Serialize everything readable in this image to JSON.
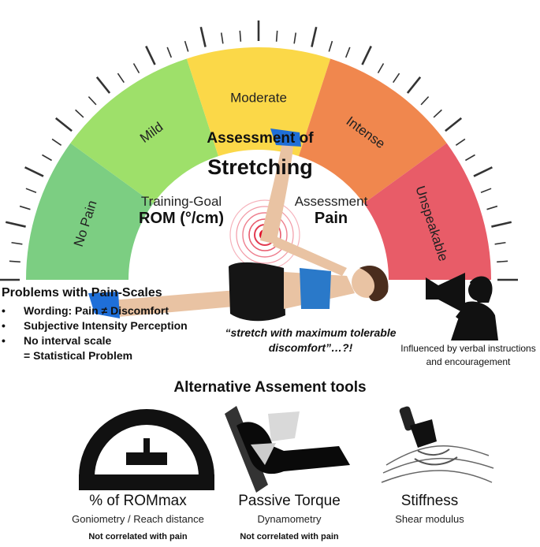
{
  "gauge": {
    "segments": [
      {
        "label": "No Pain",
        "color": "#7cce82"
      },
      {
        "label": "Mild",
        "color": "#9ee06a"
      },
      {
        "label": "Moderate",
        "color": "#fbd848"
      },
      {
        "label": "Intense",
        "color": "#f0874e"
      },
      {
        "label": "Unspeakable",
        "color": "#e85c68"
      }
    ]
  },
  "center": {
    "title_line1": "Assessment of",
    "title_line2": "Stretching",
    "left_label": "Training-Goal",
    "left_value": "ROM (°/cm)",
    "right_label": "Assessment",
    "right_value": "Pain"
  },
  "problems": {
    "title": "Problems with Pain-Scales",
    "items": [
      {
        "bullet": "•",
        "text": "Wording: Pain ≠ Discomfort",
        "cont": ""
      },
      {
        "bullet": "•",
        "text": "Subjective Intensity Perception",
        "cont": ""
      },
      {
        "bullet": "•",
        "text": "No interval scale",
        "cont": "= Statistical Problem"
      }
    ]
  },
  "quote": "“stretch with maximum tolerable discomfort”…?!",
  "influence": "Influenced by verbal instructions and encouragement",
  "alternatives": {
    "title": "Alternative Assement tools",
    "tools": [
      {
        "name": "% of ROMmax",
        "sub": "Goniometry / Reach distance",
        "note": "Not correlated with pain",
        "icon": "protractor-icon"
      },
      {
        "name": "Passive Torque",
        "sub": "Dynamometry",
        "note": "Not correlated with pain",
        "icon": "dynamometer-icon"
      },
      {
        "name": "Stiffness",
        "sub": "Shear modulus",
        "note": "",
        "icon": "ultrasound-probe-icon"
      }
    ]
  }
}
